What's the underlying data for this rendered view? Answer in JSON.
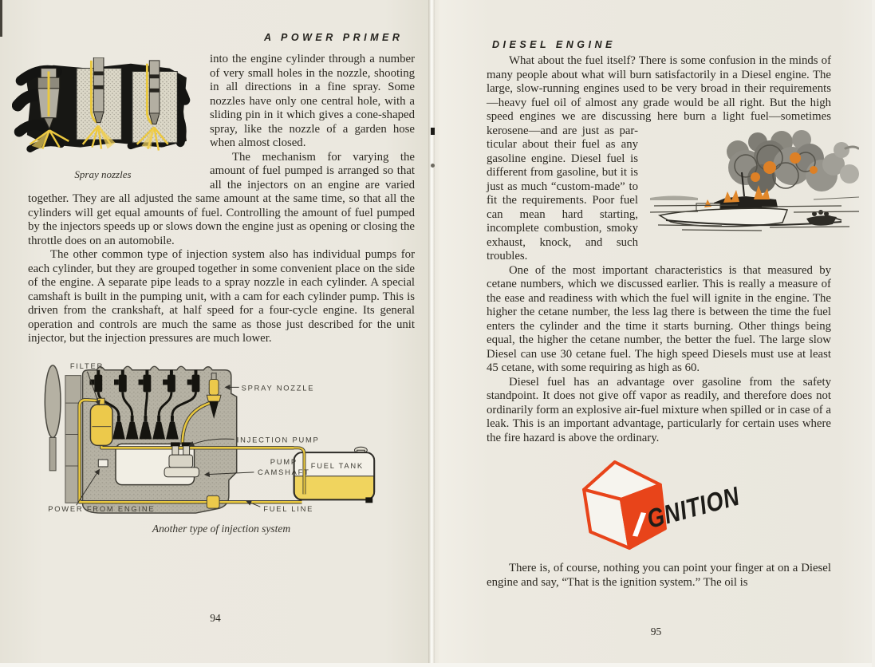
{
  "left_page": {
    "header": "A POWER PRIMER",
    "page_number": "94",
    "figure_spray": {
      "caption": "Spray nozzles"
    },
    "para_continuation": "into the engine cylinder through a number of very small holes in the nozzle, shooting in all directions in a fine spray. Some nozzles have only one central hole, with a sliding pin in it which gives a cone-shaped spray, like the nozzle of a garden hose when almost closed.",
    "para_mechanism": "The mechanism for varying the amount of fuel pumped is arranged so that all the injectors on an engine are varied together. They are all adjusted the same amount at the same time, so that all the cylinders will get equal amounts of fuel. Controlling the amount of fuel pumped by the injectors speeds up or slows down the engine just as opening or closing the throttle does on an automobile.",
    "para_other_type": "The other common type of injection system also has individual pumps for each cylinder, but they are grouped together in some convenient place on the side of the engine. A separate pipe leads to a spray nozzle in each cylinder. A special camshaft is built in the pumping unit, with a cam for each cylinder pump. This is driven from the crankshaft, at half speed for a four-cycle engine. Its general operation and controls are much the same as those just described for the unit injector, but the injection pressures are much lower.",
    "figure_injection": {
      "caption": "Another type of injection system",
      "labels": {
        "filter": "FILTER",
        "spray_nozzle": "SPRAY NOZZLE",
        "injection_pump": "INJECTION PUMP",
        "pump": "PUMP",
        "camshaft": "CAMSHAFT",
        "fuel_tank": "FUEL TANK",
        "power_from_engine": "POWER FROM ENGINE",
        "fuel_line": "FUEL LINE"
      }
    }
  },
  "right_page": {
    "header": "DIESEL ENGINE",
    "page_number": "95",
    "para_fuel_lead": "What about the fuel itself? There is some confusion in the minds of many people about what will burn satisfactorily in a Diesel engine. The large, slow-running engines used to be very broad in their requirements—heavy fuel oil of almost any grade would be all right. But the high speed engines we are discussing here burn a light fuel—sometimes kerosene—and are just as par-",
    "para_fuel_wrap": "ticular about their fuel as any gasoline engine. Diesel fuel is different from gasoline, but it is just as much “custom-made” to fit the requirements. Poor fuel can mean hard starting, incomplete combustion, smoky exhaust, knock, and such troubles.",
    "para_cetane": "One of the most important characteristics is that measured by cetane numbers, which we discussed earlier. This is really a measure of the ease and readiness with which the fuel will ignite in the engine. The higher the cetane number, the less lag there is between the time the fuel enters the cylinder and the time it starts burning. Other things being equal, the higher the cetane number, the better the fuel. The large slow Diesel can use 30 cetane fuel. The high speed Diesels must use at least 45 cetane, with some requiring as high as 60.",
    "para_safety": "Diesel fuel has an advantage over gasoline from the safety standpoint. It does not give off vapor as readily, and therefore does not ordinarily form an explosive air-fuel mixture when spilled or in case of a leak. This is an important advantage, particularly for certain uses where the fire hazard is above the ordinary.",
    "ignition_logo": {
      "cube_letter": "I",
      "text": "GNITION",
      "cube_color": "#e8441a"
    },
    "para_ignition": "There is, of course, nothing you can point your finger at on a Diesel engine and say, “That is the ignition system.” The oil is"
  },
  "colors": {
    "paper": "#ebe8df",
    "ink": "#2b2821",
    "diagram_yellow": "#e9c83f",
    "logo_red": "#e8441a",
    "flame_orange": "#dd8026"
  }
}
